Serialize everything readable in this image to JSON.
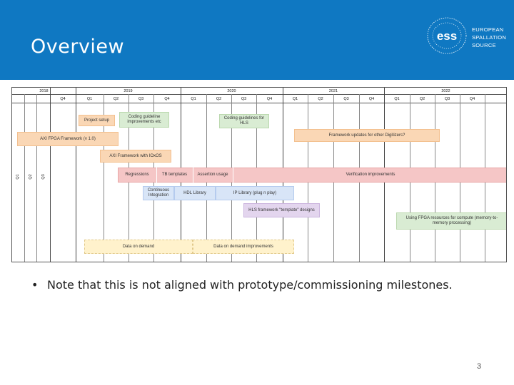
{
  "slide": {
    "title": "Overview",
    "bullet": "Note that this is not aligned with prototype/commissioning milestones.",
    "page_number": "3",
    "header_color": "#0f78c2"
  },
  "logo": {
    "mark": "ess",
    "lines": [
      "EUROPEAN",
      "SPALLATION",
      "SOURCE"
    ]
  },
  "gantt": {
    "years": [
      "2018",
      "2019",
      "2020",
      "2021",
      "2022"
    ],
    "quarters": [
      "Q4",
      "Q1",
      "Q2",
      "Q3",
      "Q4",
      "Q1",
      "Q2",
      "Q3",
      "Q4",
      "Q1",
      "Q2",
      "Q3",
      "Q4",
      "Q1",
      "Q2",
      "Q3",
      "Q4"
    ],
    "vertical_quarters": [
      "Q1",
      "Q2",
      "Q3"
    ],
    "tasks": {
      "project_setup": "Project setup",
      "coding_guideline": "Coding guideline improvements etc",
      "coding_guidelines_hls": "Coding guidelines for HLS",
      "axi_fpga": "AXI FPGA Framework (v 1.0)",
      "framework_updates": "Framework updates for other Digitizers?",
      "axi_ioxos": "AXI Framework with IOxOS",
      "regressions": "Regressions",
      "tb_templates": "TB templates",
      "assertion_usage": "Assertion usage",
      "verification": "Verification improvements",
      "continuous_integration": "Continuous Integration",
      "hdl_library": "HDL Library",
      "ip_library": "IP Library (plug n play)",
      "hls_framework": "HLS framework \"template\" designs",
      "using_fpga": "Using FPGA resources for compute (memory-to-memory processing)",
      "data_on_demand": "Data on demand",
      "data_on_demand_improvements": "Data on demand improvements"
    }
  }
}
